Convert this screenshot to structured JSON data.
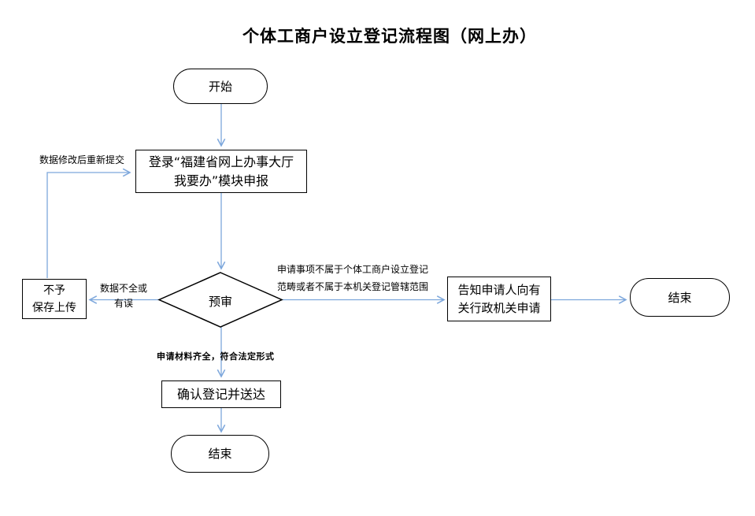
{
  "title": "个体工商户设立登记流程图（网上办）",
  "colors": {
    "connector": "#7da7dc",
    "shape_border": "#000000",
    "shape_fill": "#ffffff",
    "text": "#000000"
  },
  "nodes": {
    "start": {
      "type": "terminator",
      "label": "开始"
    },
    "login": {
      "type": "process",
      "line1": "登录“福建省网上办事大厅",
      "line2": "我要办”模块申报"
    },
    "review": {
      "type": "decision",
      "label": "预审"
    },
    "deny": {
      "type": "process",
      "line1": "不予",
      "line2": "保存上传"
    },
    "inform": {
      "type": "process",
      "line1": "告知申请人向有",
      "line2": "关行政机关申请"
    },
    "confirm": {
      "type": "process",
      "label": "确认登记并送达"
    },
    "end_right": {
      "type": "terminator",
      "label": "结束"
    },
    "end_bottom": {
      "type": "terminator",
      "label": "结束"
    }
  },
  "edges": {
    "resubmit_label": "数据修改后重新提交",
    "incomplete": {
      "line1": "数据不全或",
      "line2": "有误"
    },
    "not_in_scope": {
      "line1": "申请事项不属于个体工商户设立登记",
      "line2": "范畴或者不属于本机关登记管辖范围"
    },
    "complete_label": "申请材料齐全，符合法定形式",
    "connections": [
      {
        "from": "start",
        "to": "login",
        "label": ""
      },
      {
        "from": "login",
        "to": "review",
        "label": ""
      },
      {
        "from": "review",
        "to": "deny",
        "label": "数据不全或有误"
      },
      {
        "from": "deny",
        "to": "login",
        "label": "数据修改后重新提交"
      },
      {
        "from": "review",
        "to": "inform",
        "label": "申请事项不属于个体工商户设立登记范畴或者不属于本机关登记管辖范围"
      },
      {
        "from": "inform",
        "to": "end_right",
        "label": ""
      },
      {
        "from": "review",
        "to": "confirm",
        "label": "申请材料齐全，符合法定形式"
      },
      {
        "from": "confirm",
        "to": "end_bottom",
        "label": ""
      }
    ]
  }
}
